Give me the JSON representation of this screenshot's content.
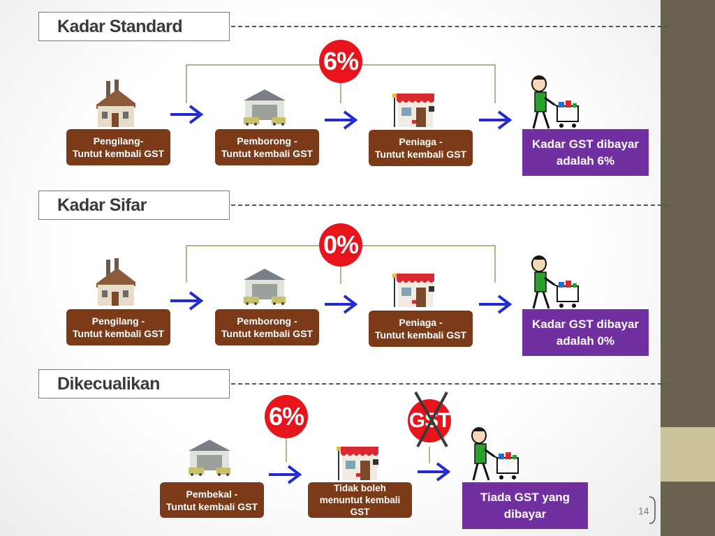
{
  "sections": [
    {
      "title": "Kadar Standard",
      "rate": "6%",
      "boxes": [
        {
          "line1": "Pengilang-",
          "line2": "Tuntut kembali GST"
        },
        {
          "line1": "Pemborong -",
          "line2": "Tuntut kembali GST"
        },
        {
          "line1": "Peniaga -",
          "line2": "Tuntut kembali GST"
        }
      ],
      "result": {
        "line1": "Kadar GST dibayar",
        "line2": "adalah 6%"
      }
    },
    {
      "title": "Kadar Sifar",
      "rate": "0%",
      "boxes": [
        {
          "line1": "Pengilang -",
          "line2": "Tuntut kembali GST"
        },
        {
          "line1": "Pemborong -",
          "line2": "Tuntut kembali GST"
        },
        {
          "line1": "Peniaga -",
          "line2": "Tuntut kembali GST"
        }
      ],
      "result": {
        "line1": "Kadar GST dibayar",
        "line2": "adalah 0%"
      }
    },
    {
      "title": "Dikecualikan",
      "rate": "6%",
      "no_gst": "GST",
      "boxes": [
        {
          "line1": "Pembekal -",
          "line2": "Tuntut kembali GST"
        },
        {
          "line1": "Tidak boleh",
          "line2": "menuntut kembali",
          "line3": "GST"
        }
      ],
      "result": {
        "line1": "Tiada GST yang",
        "line2": "dibayar"
      }
    }
  ],
  "page_number": "14",
  "colors": {
    "brown": "#7b3b19",
    "purple": "#7030a0",
    "red": "#e8141b",
    "arrow": "#1f2bd1"
  },
  "icons": [
    "factory-icon",
    "warehouse-icon",
    "shop-icon",
    "shopper-cart-icon"
  ]
}
